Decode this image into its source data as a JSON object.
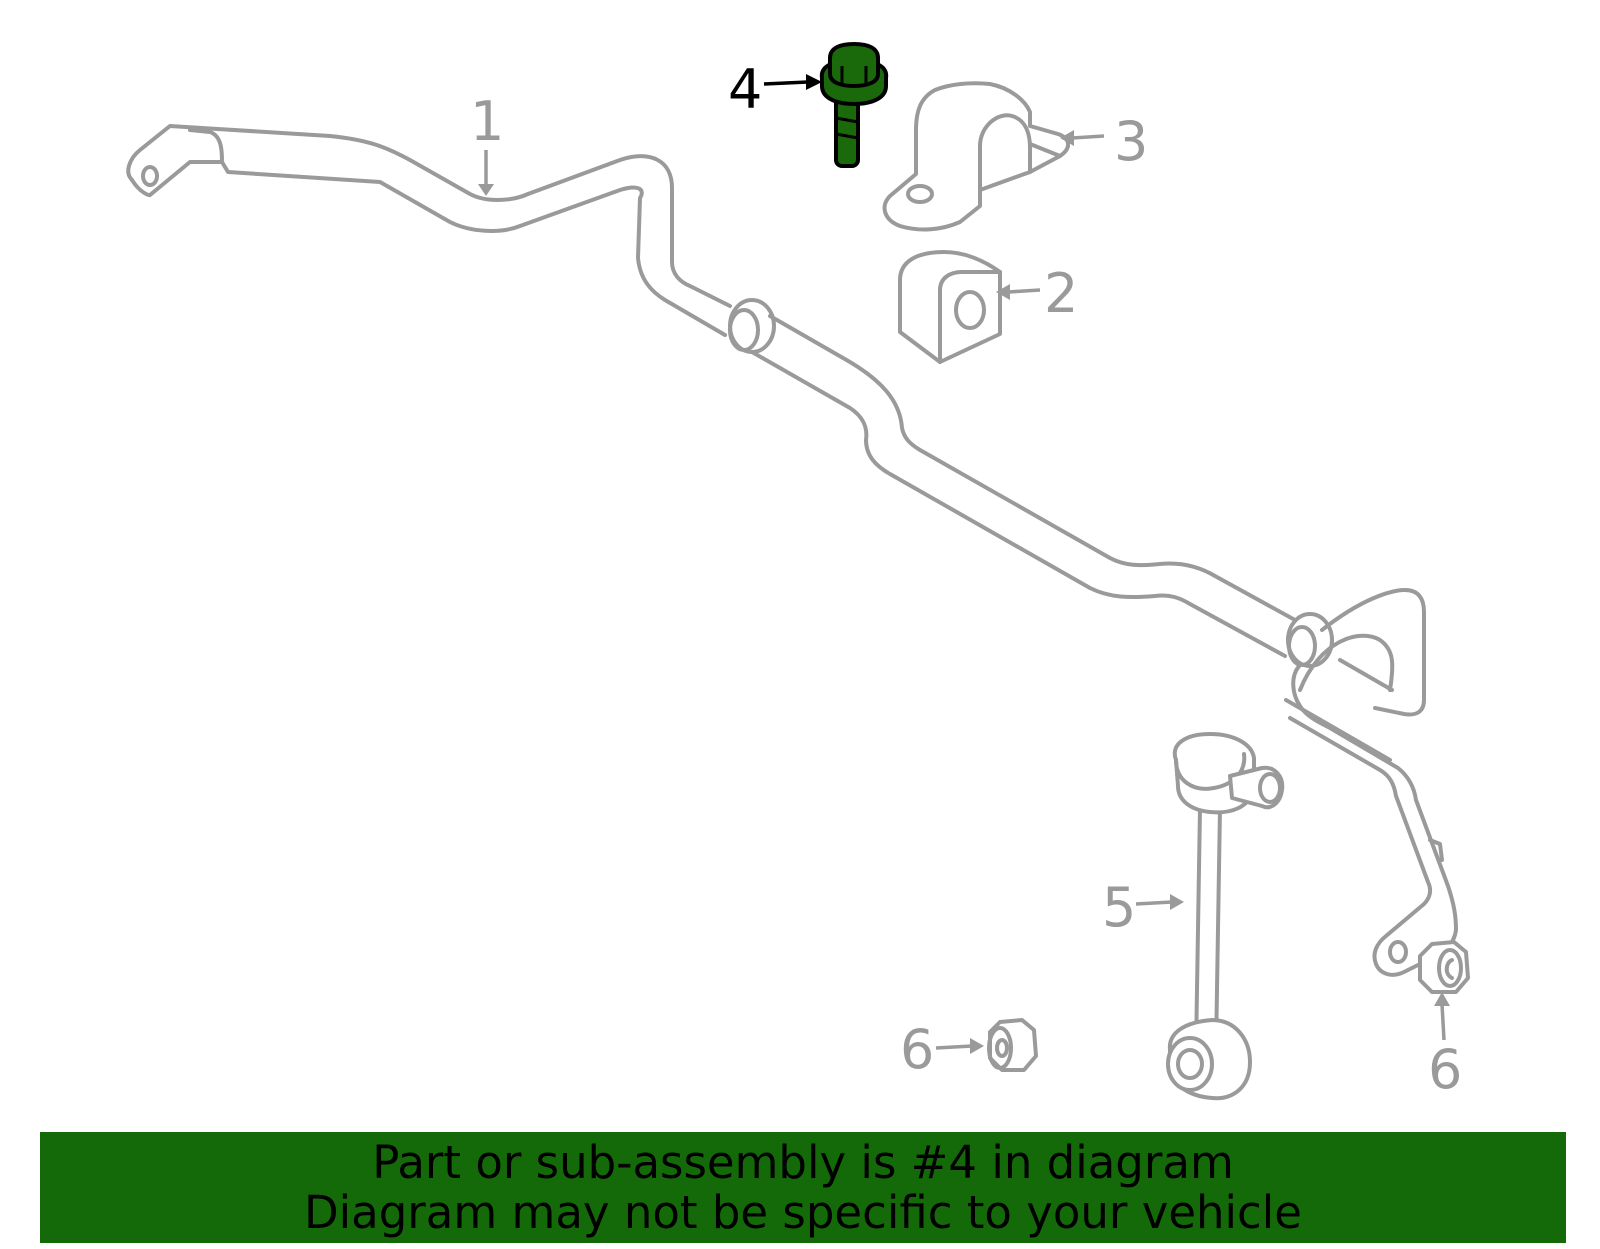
{
  "diagram": {
    "callouts": [
      {
        "id": "1",
        "text": "1",
        "highlighted": false
      },
      {
        "id": "2",
        "text": "2",
        "highlighted": false
      },
      {
        "id": "3",
        "text": "3",
        "highlighted": false
      },
      {
        "id": "4",
        "text": "4",
        "highlighted": true
      },
      {
        "id": "5",
        "text": "5",
        "highlighted": false
      },
      {
        "id": "6a",
        "text": "6",
        "highlighted": false
      },
      {
        "id": "6b",
        "text": "6",
        "highlighted": false
      }
    ],
    "highlight_color": "#146a08",
    "part_line_color": "#9a9a9a"
  },
  "banner": {
    "line1": "Part or sub-assembly is #4 in diagram",
    "line2": "Diagram may not be specific to your vehicle",
    "background": "#146a08"
  }
}
